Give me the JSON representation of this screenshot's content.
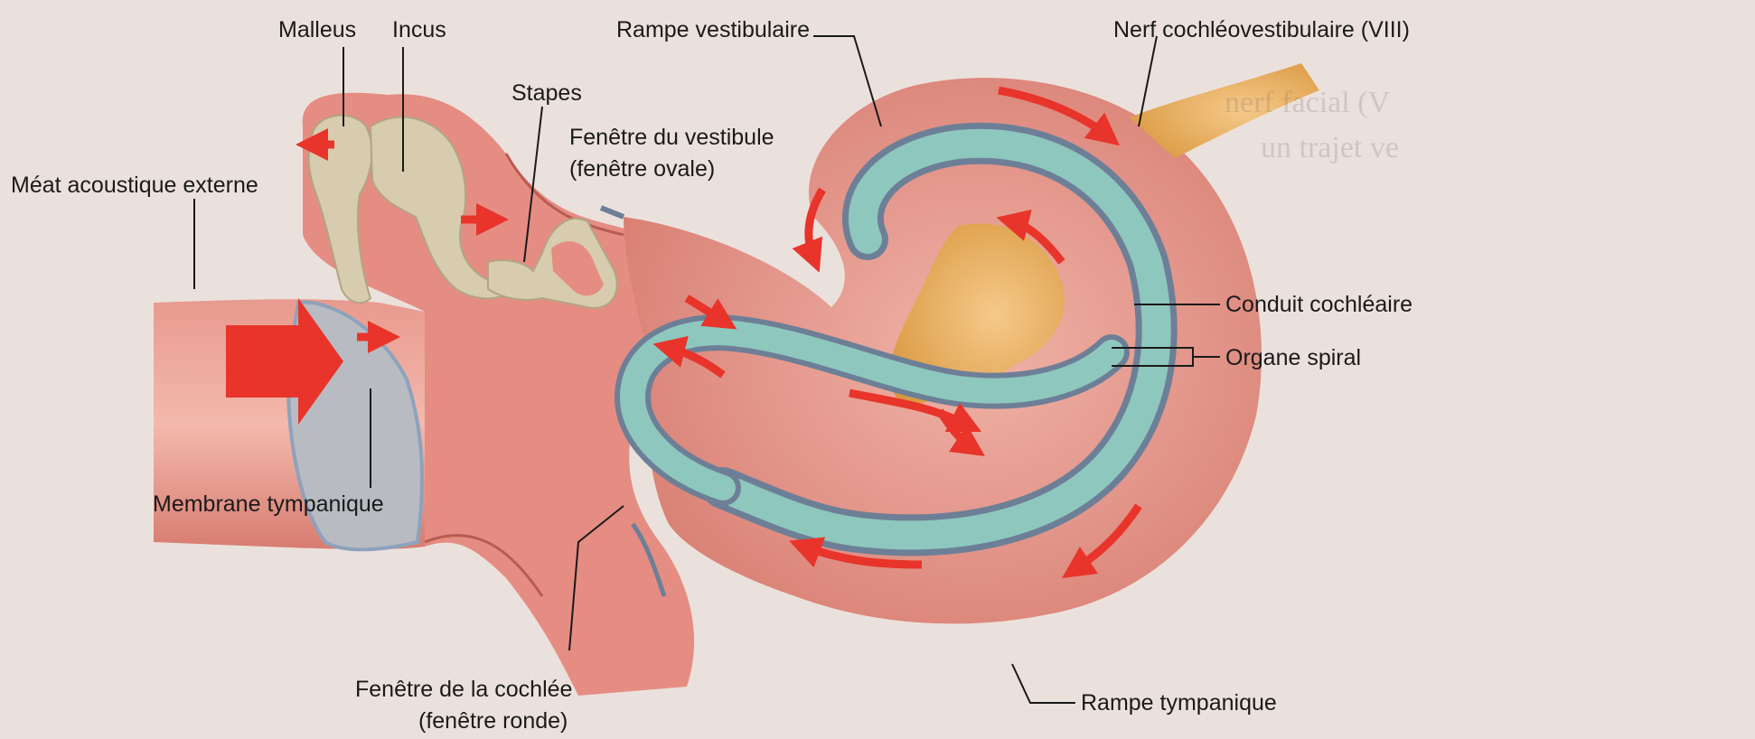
{
  "labels": {
    "malleus": "Malleus",
    "incus": "Incus",
    "stapes": "Stapes",
    "meat": "Méat acoustique externe",
    "fenetre_vestibule_1": "Fenêtre du vestibule",
    "fenetre_vestibule_2": "(fenêtre ovale)",
    "membrane": "Membrane tympanique",
    "fenetre_cochlee_1": "Fenêtre de la cochlée",
    "fenetre_cochlee_2": "(fenêtre ronde)",
    "rampe_vestibulaire": "Rampe vestibulaire",
    "nerf": "Nerf cochléovestibulaire (VIII)",
    "conduit": "Conduit cochléaire",
    "organe": "Organe spiral",
    "rampe_tympanique": "Rampe tympanique"
  },
  "colors": {
    "flesh": "#e3958d",
    "flesh_dark": "#c96a60",
    "bone": "#d9cfb3",
    "duct_teal": "#8ec7be",
    "membrane_blue": "#6d7f96",
    "nerve": "#e8b06a",
    "arrow": "#e8342a"
  }
}
